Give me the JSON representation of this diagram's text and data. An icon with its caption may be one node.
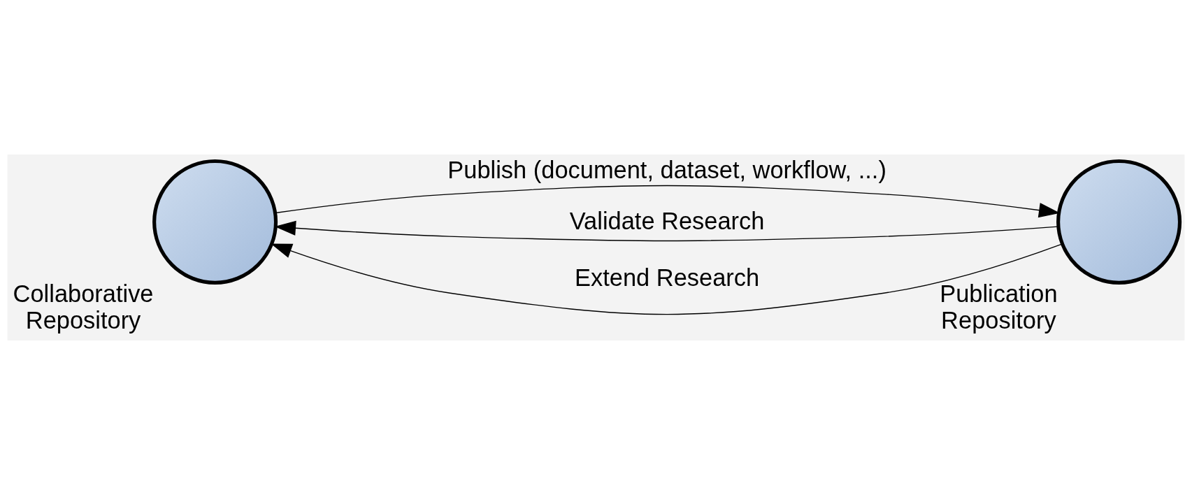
{
  "diagram": {
    "nodes": [
      {
        "text": [],
        "shape": "circle",
        "beside": [
          "Collaborative Repository"
        ]
      },
      {
        "text": [],
        "shape": "circle",
        "beside": [
          "Publication Repository"
        ]
      }
    ],
    "edges": [
      {
        "from": 0,
        "to": 1,
        "arrow": "to",
        "label": "Publish (document, dataset, workflow, ...)"
      },
      {
        "from": 1,
        "to": 0,
        "arrow": "to",
        "label": "Validate Research"
      },
      {
        "from": 1,
        "to": 0,
        "arrow": "to",
        "label": "Extend Research"
      }
    ]
  }
}
